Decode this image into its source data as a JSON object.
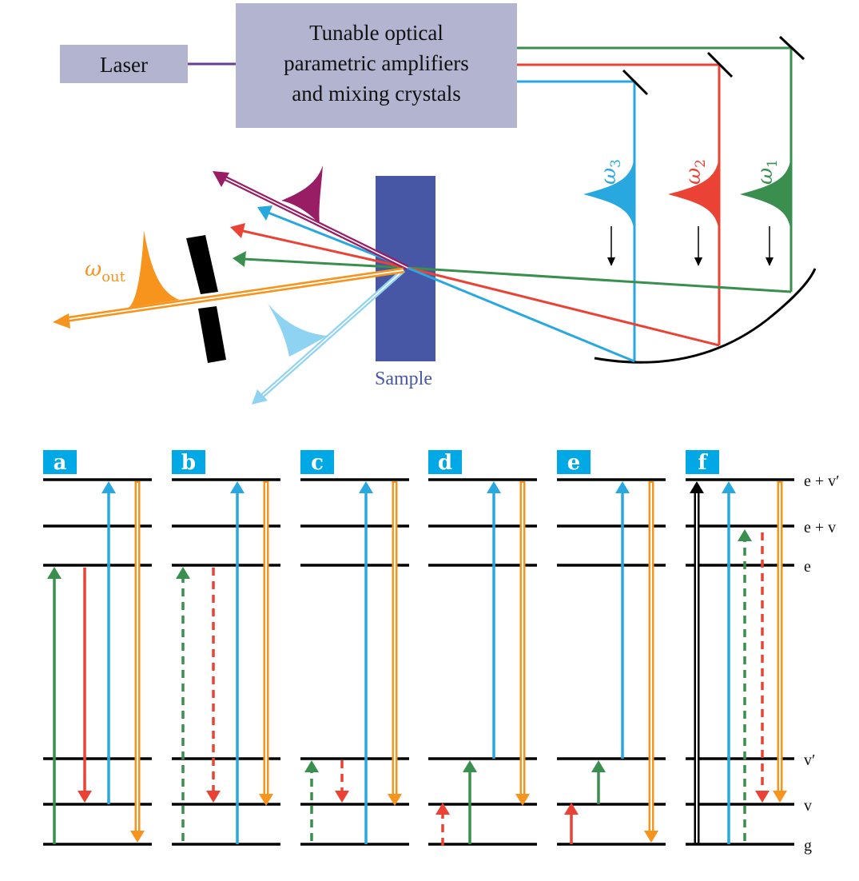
{
  "setup": {
    "laser_label": "Laser",
    "opa_label_lines": [
      "Tunable optical",
      "parametric amplifiers",
      "and mixing crystals"
    ],
    "sample_label": "Sample",
    "beams": [
      {
        "name": "omega1",
        "label": "ω",
        "subscript": "1",
        "color": "#3a8f4e"
      },
      {
        "name": "omega2",
        "label": "ω",
        "subscript": "2",
        "color": "#ea4335"
      },
      {
        "name": "omega3",
        "label": "ω",
        "subscript": "3",
        "color": "#29a8e0"
      }
    ],
    "output_label": "ω",
    "output_subscript": "out",
    "colors": {
      "box": "#b3b5d0",
      "laser_line": "#6a3b96",
      "sample": "#4757a5",
      "output": "#f7941d",
      "purple_signal": "#991d65",
      "light_blue_signal": "#8fd3f2",
      "green": "#3a8f4e",
      "red": "#ea4335",
      "blue": "#29a8e0",
      "black": "#000000"
    }
  },
  "levels": {
    "labels": [
      "e + v′",
      "e + v",
      "e",
      "v′",
      "v",
      "g"
    ]
  },
  "panels": [
    {
      "letter": "a"
    },
    {
      "letter": "b"
    },
    {
      "letter": "c"
    },
    {
      "letter": "d"
    },
    {
      "letter": "e"
    },
    {
      "letter": "f"
    }
  ]
}
